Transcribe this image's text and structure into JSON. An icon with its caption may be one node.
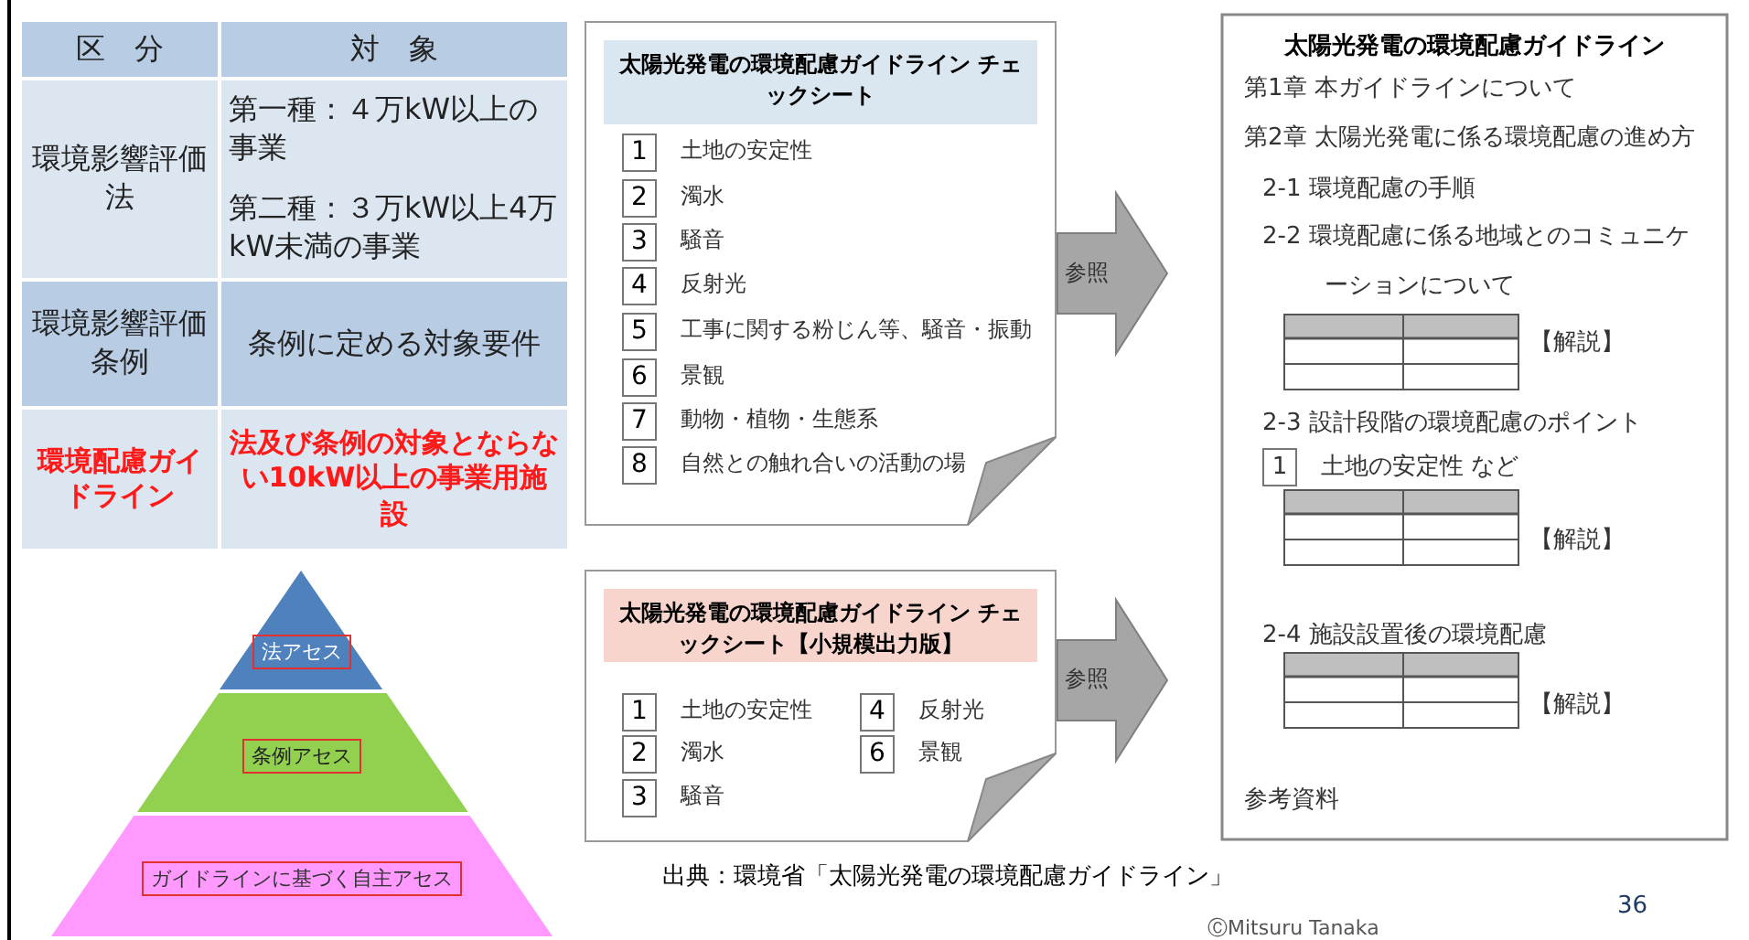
{
  "diagram": {
    "nodes": [
      {
        "text": [
          "太陽光発電の環境配慮ガイドライン チェックシート",
          "1",
          "土地の安定性",
          "2",
          "濁水",
          "3",
          "騒音",
          "4",
          "反射光",
          "5",
          "工事に関する粉じん等、騒音・振動",
          "6",
          "景観",
          "7",
          "動物・植物・生態系",
          "8",
          "自然との触れ合いの活動の場"
        ]
      },
      {
        "text": [
          "太陽光発電の環境配慮ガイドライン チェックシート【小規模出力版】",
          "1",
          "土地の安定性",
          "2",
          "濁水",
          "3",
          "騒音",
          "4",
          "反射光",
          "6",
          "景観"
        ]
      },
      {
        "text": [
          "太陽光発電の環境配慮ガイドライン",
          "第1章 本ガイドラインについて",
          "第2章 太陽光発電に係る環境配慮の進め方",
          "2-1 環境配慮の手順",
          "2-2 環境配慮に係る地域とのコミュニケーションについて",
          "【解説】",
          "2-3 設計段階の環境配慮のポイント",
          "1",
          "土地の安定性 など",
          "【解説】",
          "2-4 施設設置後の環境配慮",
          "【解説】",
          "参考資料"
        ]
      },
      {
        "text": [
          "法アセス"
        ]
      },
      {
        "text": [
          "条例アセス"
        ]
      },
      {
        "text": [
          "ガイドラインに基づく自主アセス"
        ]
      }
    ],
    "edges": [
      {
        "from": 0,
        "to": 2,
        "arrow": "to",
        "label": "参照"
      },
      {
        "from": 1,
        "to": 2,
        "arrow": "to",
        "label": "参照"
      }
    ],
    "labels": [
      "区　分",
      "対　象",
      "環境影響評価法",
      "第一種：４万kW以上の事業",
      "第二種：３万kW以上4万kW未満の事業",
      "環境影響評価条例",
      "条例に定める対象要件",
      "環境配慮ガイドライン",
      "法及び条例の対象とならない10kW以上の事業用施設",
      "出典：環境省「太陽光発電の環境配慮ガイドライン」",
      "36",
      "ⒸMitsuru Tanaka"
    ]
  }
}
